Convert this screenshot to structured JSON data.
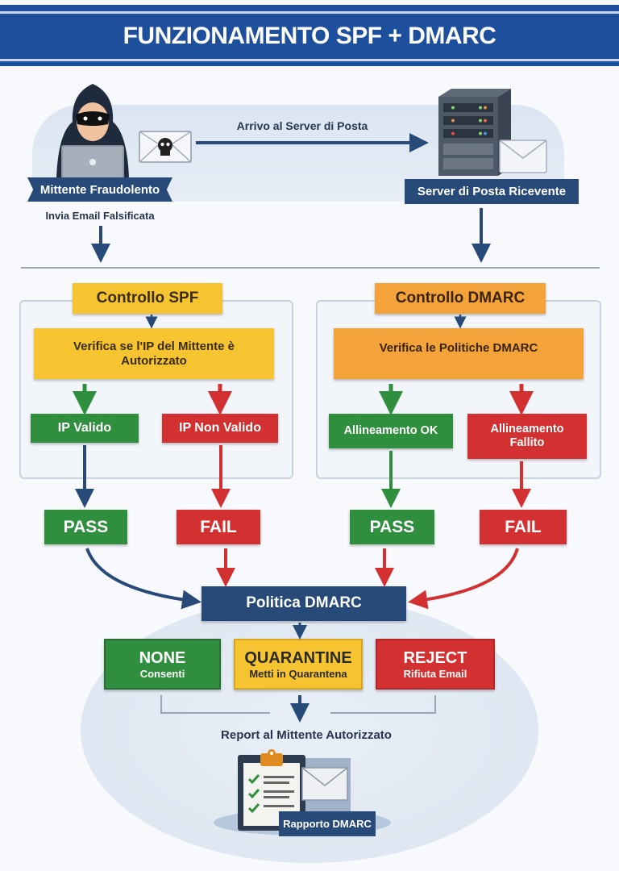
{
  "title": "FUNZIONAMENTO SPF + DMARC",
  "top": {
    "sender_label": "Mittente Fraudolento",
    "sender_action": "Invia Email Falsificata",
    "arrow_label": "Arrivo al Server di Posta",
    "server_label": "Server di Posta Ricevente"
  },
  "spf": {
    "header": "Controllo SPF",
    "check": "Verifica se l'IP del Mittente è Autorizzato",
    "valid": "IP Valido",
    "invalid": "IP Non Valido",
    "pass": "PASS",
    "fail": "FAIL"
  },
  "dmarc": {
    "header": "Controllo DMARC",
    "check": "Verifica le Politiche DMARC",
    "ok": "Allineamento OK",
    "failed": "Allineamento Fallito",
    "pass": "PASS",
    "fail": "FAIL"
  },
  "policy": {
    "header": "Politica DMARC",
    "options": [
      {
        "title": "NONE",
        "subtitle": "Consenti"
      },
      {
        "title": "QUARANTINE",
        "subtitle": "Metti in Quarantena"
      },
      {
        "title": "REJECT",
        "subtitle": "Rifiuta Email"
      }
    ]
  },
  "report": {
    "label": "Report al Mittente Autorizzato",
    "badge": "Rapporto DMARC"
  },
  "colors": {
    "navy": "#274a78",
    "green": "#2f8f3e",
    "red": "#d33131",
    "yellow": "#f6c431",
    "orange": "#f4a23a",
    "title_blue": "#1d4f9c"
  }
}
